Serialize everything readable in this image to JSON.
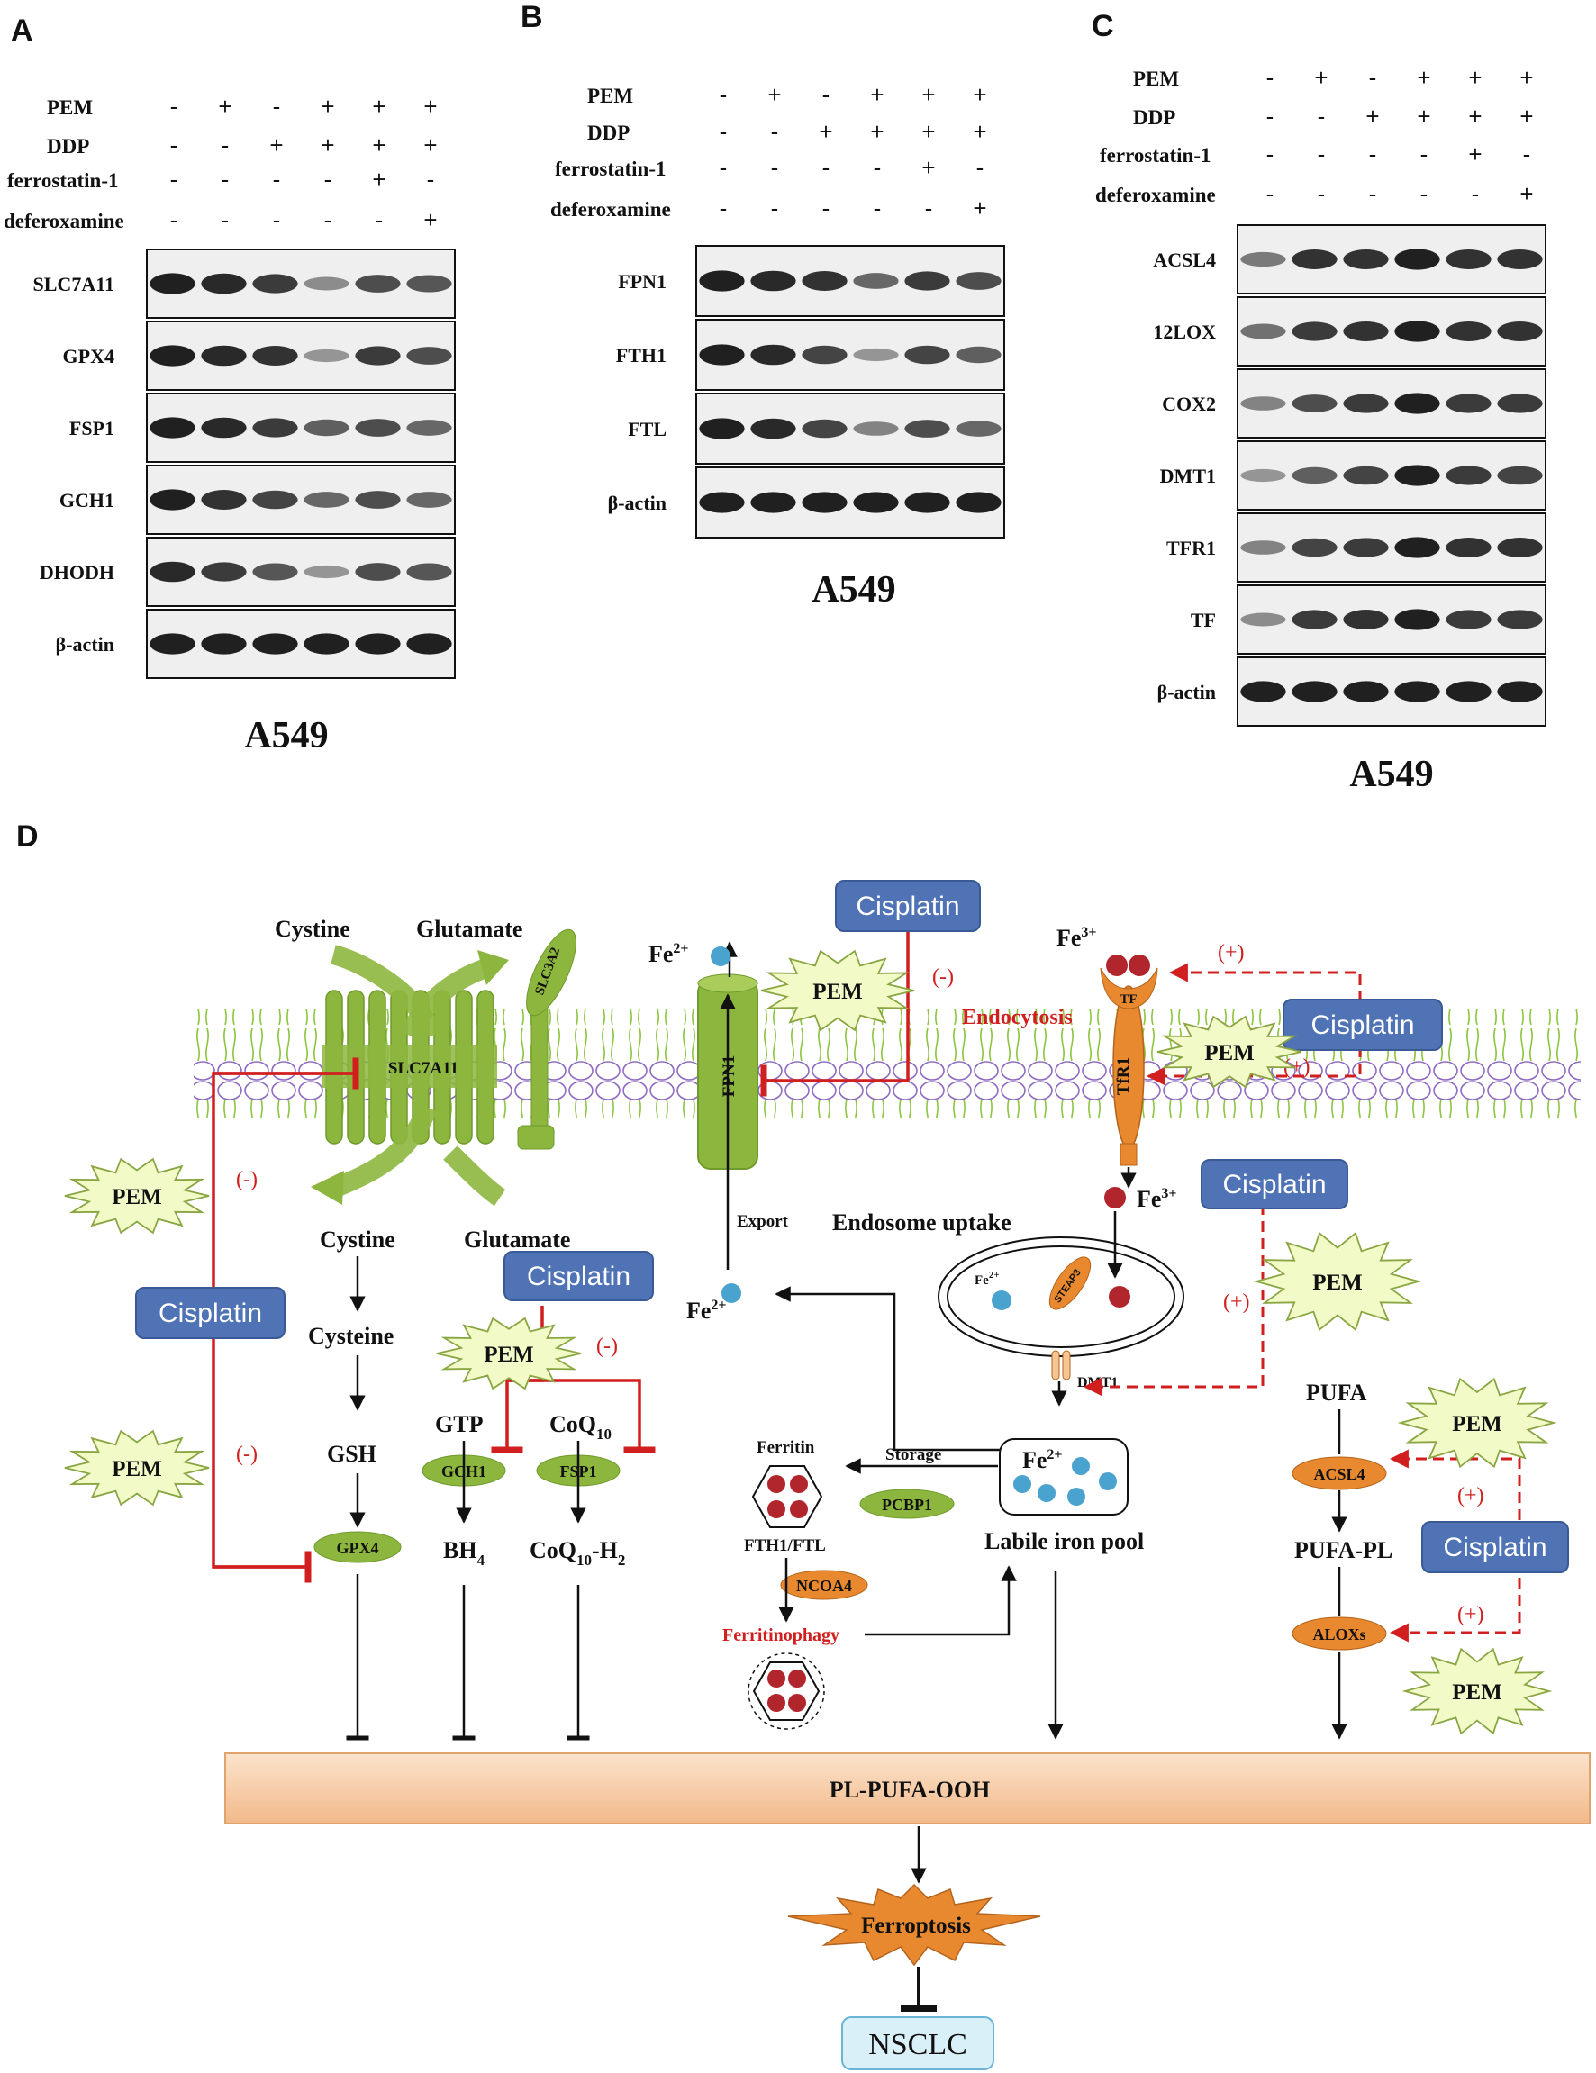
{
  "panels": {
    "a": {
      "letter": "A",
      "cell_line": "A549",
      "treatments": [
        {
          "label": "PEM",
          "signs": [
            "-",
            "+",
            "-",
            "+",
            "+",
            "+"
          ]
        },
        {
          "label": "DDP",
          "signs": [
            "-",
            "-",
            "+",
            "+",
            "+",
            "+"
          ]
        },
        {
          "label": "ferrostatin-1",
          "signs": [
            "-",
            "-",
            "-",
            "-",
            "+",
            "-"
          ]
        },
        {
          "label": "deferoxamine",
          "signs": [
            "-",
            "-",
            "-",
            "-",
            "-",
            "+"
          ]
        }
      ],
      "blots": [
        {
          "label": "SLC7A11",
          "intensity": [
            0.95,
            0.9,
            0.8,
            0.35,
            0.7,
            0.65
          ]
        },
        {
          "label": "GPX4",
          "intensity": [
            0.95,
            0.9,
            0.85,
            0.3,
            0.8,
            0.7
          ]
        },
        {
          "label": "FSP1",
          "intensity": [
            0.95,
            0.9,
            0.8,
            0.6,
            0.7,
            0.55
          ]
        },
        {
          "label": "GCH1",
          "intensity": [
            0.95,
            0.85,
            0.75,
            0.55,
            0.7,
            0.55
          ]
        },
        {
          "label": "DHODH",
          "intensity": [
            0.9,
            0.8,
            0.65,
            0.3,
            0.7,
            0.65
          ]
        },
        {
          "label": "β-actin",
          "intensity": [
            0.95,
            0.95,
            0.95,
            0.95,
            0.95,
            0.95
          ]
        }
      ]
    },
    "b": {
      "letter": "B",
      "cell_line": "A549",
      "treatments": [
        {
          "label": "PEM",
          "signs": [
            "-",
            "+",
            "-",
            "+",
            "+",
            "+"
          ]
        },
        {
          "label": "DDP",
          "signs": [
            "-",
            "-",
            "+",
            "+",
            "+",
            "+"
          ]
        },
        {
          "label": "ferrostatin-1",
          "signs": [
            "-",
            "-",
            "-",
            "-",
            "+",
            "-"
          ]
        },
        {
          "label": "deferoxamine",
          "signs": [
            "-",
            "-",
            "-",
            "-",
            "-",
            "+"
          ]
        }
      ],
      "blots": [
        {
          "label": "FPN1",
          "intensity": [
            0.95,
            0.9,
            0.85,
            0.55,
            0.8,
            0.7
          ]
        },
        {
          "label": "FTH1",
          "intensity": [
            0.95,
            0.9,
            0.75,
            0.3,
            0.75,
            0.6
          ]
        },
        {
          "label": "FTL",
          "intensity": [
            0.95,
            0.9,
            0.75,
            0.4,
            0.7,
            0.55
          ]
        },
        {
          "label": "β-actin",
          "intensity": [
            0.95,
            0.95,
            0.95,
            0.95,
            0.95,
            0.95
          ]
        }
      ]
    },
    "c": {
      "letter": "C",
      "cell_line": "A549",
      "treatments": [
        {
          "label": "PEM",
          "signs": [
            "-",
            "+",
            "-",
            "+",
            "+",
            "+"
          ]
        },
        {
          "label": "DDP",
          "signs": [
            "-",
            "-",
            "+",
            "+",
            "+",
            "+"
          ]
        },
        {
          "label": "ferrostatin-1",
          "signs": [
            "-",
            "-",
            "-",
            "-",
            "+",
            "-"
          ]
        },
        {
          "label": "deferoxamine",
          "signs": [
            "-",
            "-",
            "-",
            "-",
            "-",
            "+"
          ]
        }
      ],
      "blots": [
        {
          "label": "ACSL4",
          "intensity": [
            0.45,
            0.85,
            0.85,
            0.95,
            0.85,
            0.85
          ]
        },
        {
          "label": "12LOX",
          "intensity": [
            0.5,
            0.8,
            0.85,
            0.95,
            0.85,
            0.85
          ]
        },
        {
          "label": "COX2",
          "intensity": [
            0.4,
            0.7,
            0.8,
            0.95,
            0.8,
            0.8
          ]
        },
        {
          "label": "DMT1",
          "intensity": [
            0.3,
            0.6,
            0.75,
            0.95,
            0.8,
            0.75
          ]
        },
        {
          "label": "TFR1",
          "intensity": [
            0.4,
            0.75,
            0.8,
            0.95,
            0.85,
            0.85
          ]
        },
        {
          "label": "TF",
          "intensity": [
            0.35,
            0.8,
            0.85,
            0.95,
            0.8,
            0.8
          ]
        },
        {
          "label": "β-actin",
          "intensity": [
            0.95,
            0.95,
            0.95,
            0.95,
            0.95,
            0.95
          ]
        }
      ]
    }
  },
  "diagram": {
    "letter": "D",
    "drug_label": "Cisplatin",
    "pem_label": "PEM",
    "minus": "(-)",
    "plus": "(+)",
    "cystine_top": "Cystine",
    "glutamate_top": "Glutamate",
    "slc3a2": "SLC3A2",
    "slc7a11": "SLC7A11",
    "fpn1": "FPN1",
    "fe2": "Fe",
    "sup2": "2+",
    "sup3": "3+",
    "export": "Export",
    "endocytosis": "Endocytosis",
    "tf": "TF",
    "tfr1": "TfR1",
    "endosome_uptake": "Endosome uptake",
    "steap3": "STEAP3",
    "dmt1": "DMT1",
    "cystine": "Cystine",
    "glutamate": "Glutamate",
    "cysteine": "Cysteine",
    "gsh": "GSH",
    "gpx4": "GPX4",
    "gtp": "GTP",
    "gch1": "GCH1",
    "bh": "BH",
    "sub4": "4",
    "coq": "CoQ",
    "sub10": "10",
    "coq_h2_tail": "-H",
    "sub2": "2",
    "fsp1": "FSP1",
    "ferritin": "Ferritin",
    "storage": "Storage",
    "pcbp1": "PCBP1",
    "fth1_ftl": "FTH1/FTL",
    "ncoa4": "NCOA4",
    "ferritinophagy": "Ferritinophagy",
    "labile_iron_pool": "Labile iron pool",
    "pufa": "PUFA",
    "acsl4": "ACSL4",
    "pufa_pl": "PUFA-PL",
    "aloxs": "ALOXs",
    "pl_pufa_ooh": "PL-PUFA-OOH",
    "ferroptosis": "Ferroptosis",
    "nsclc": "NSCLC"
  },
  "colors": {
    "drug_box": "#4f73b5",
    "pem_burst": "#f2fbc8",
    "green_protein": "#8db63e",
    "orange_protein": "#e8892f",
    "iron_red": "#b1252d",
    "iron_blue": "#4aa2cf",
    "inhibit_red": "#d11f1f",
    "membrane": "#8f6bc2",
    "bar_fill": "#f6c9a0",
    "nsclc_fill": "#d9f0f8"
  }
}
